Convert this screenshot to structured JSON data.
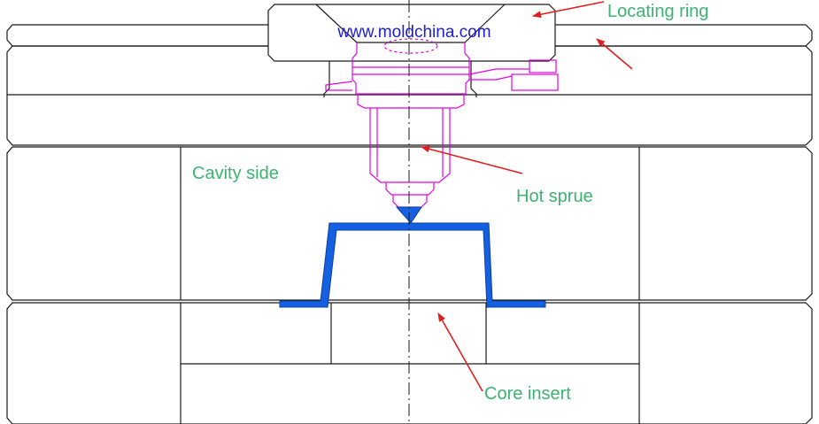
{
  "watermark": "www.moldchina.com",
  "labels": {
    "locating_ring": "Locating ring",
    "cavity_side": "Cavity side",
    "hot_sprue": "Hot sprue",
    "core_insert": "Core insert"
  },
  "colors": {
    "outline": "#1a1a1a",
    "hot_sprue": "#e600e6",
    "part": "#1560e0",
    "label": "#3cb371",
    "watermark": "#1e1ed2",
    "arrow": "#e02020",
    "centerline": "#1a1a1a"
  }
}
